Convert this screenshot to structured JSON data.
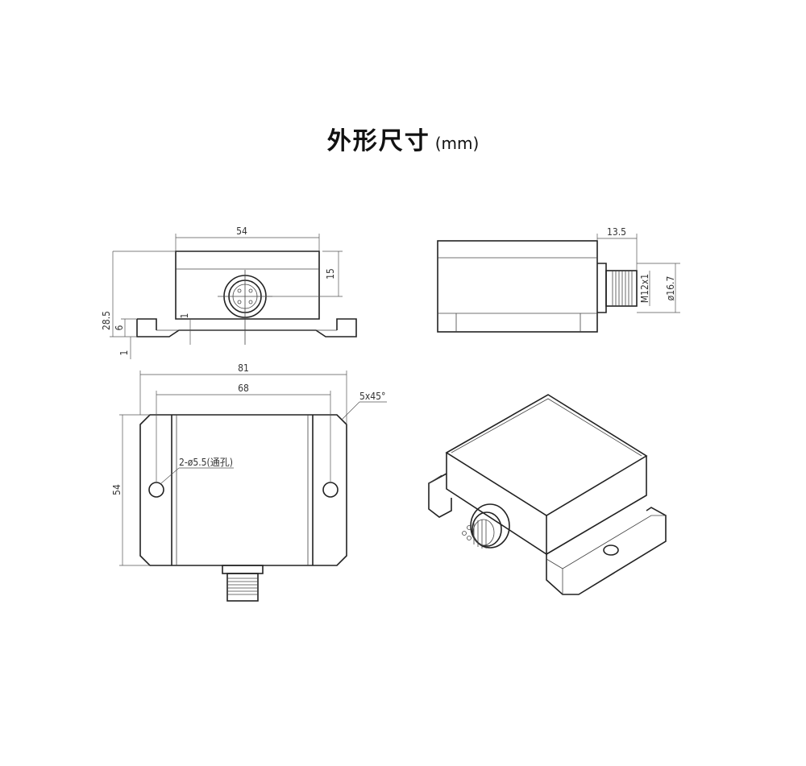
{
  "title": {
    "main": "外形尺寸",
    "unit": "(mm)"
  },
  "front_view": {
    "width_label": "54",
    "height_label": "28.5",
    "connector_height_label": "15",
    "flange_label": "6",
    "small_label": "1",
    "base_label": "1"
  },
  "side_view": {
    "connector_len_label": "13.5",
    "thread_label": "M12x1",
    "diameter_label": "ø16.7"
  },
  "top_view": {
    "total_width_label": "81",
    "hole_spacing_label": "68",
    "chamfer_label": "5x45°",
    "hole_label": "2-ø5.5(通孔)",
    "depth_label": "54"
  }
}
